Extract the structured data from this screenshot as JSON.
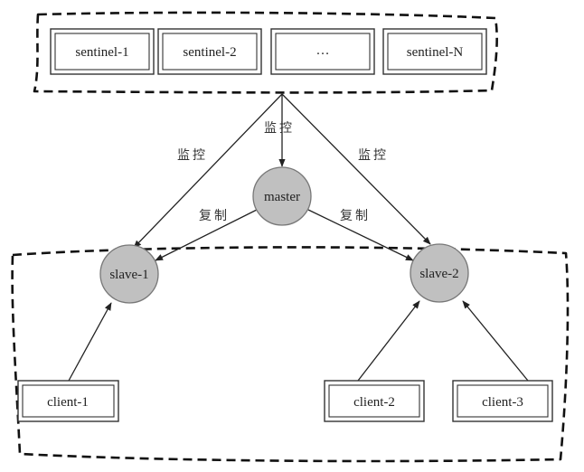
{
  "sentinels": [
    "sentinel-1",
    "sentinel-2",
    "…",
    "sentinel-N"
  ],
  "master": "master",
  "slaves": [
    "slave-1",
    "slave-2"
  ],
  "clients": [
    "client-1",
    "client-2",
    "client-3"
  ],
  "edge_labels": {
    "monitor": "监控",
    "replicate": "复制"
  }
}
